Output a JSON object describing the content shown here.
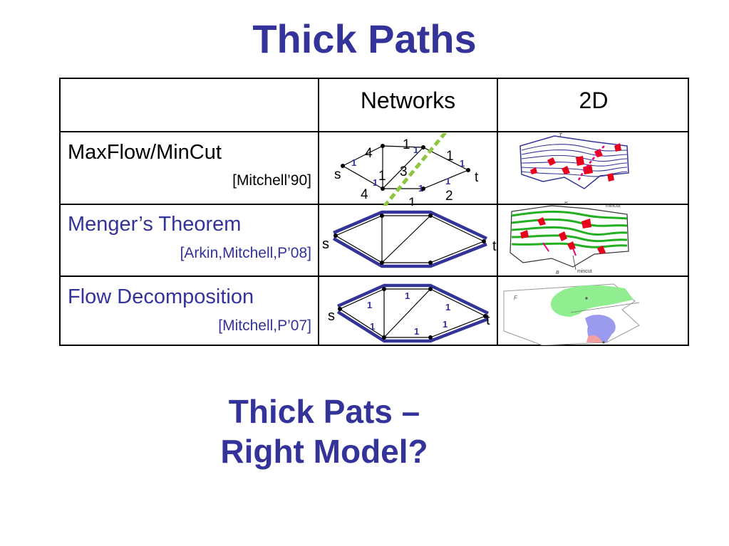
{
  "title": "Thick Paths",
  "table": {
    "headers": [
      "",
      "Networks",
      "2D"
    ],
    "rows": [
      {
        "label": "MaxFlow/MinCut",
        "citation": "[Mitchell’90]"
      },
      {
        "label": "Menger’s Theorem",
        "citation": "[Arkin,Mitchell,P’08]"
      },
      {
        "label": "Flow Decomposition",
        "citation": "[Mitchell,P’07]"
      }
    ]
  },
  "network1": {
    "source": "s",
    "sink": "t",
    "capacities": [
      "4",
      "1",
      "1",
      "1",
      "3",
      "4",
      "1",
      "2",
      "1"
    ],
    "flows": [
      "1",
      "1",
      "1",
      "1",
      "1",
      "1"
    ]
  },
  "network2": {
    "source": "s",
    "sink": "t"
  },
  "network3": {
    "source": "s",
    "sink": "t",
    "flows": [
      "1",
      "1",
      "1",
      "1",
      "1",
      "1"
    ]
  },
  "figure2d_1": {
    "labels": [
      "T"
    ]
  },
  "figure2d_2": {
    "labels": [
      "B",
      "B",
      "mincut",
      "mincut"
    ]
  },
  "figure2d_3": {
    "labels": [
      "F"
    ]
  },
  "bottom_text": {
    "line1": "Thick Pats –",
    "line2": "Right Model?"
  },
  "colors": {
    "heading": "#333399",
    "cut": "#8dc63f",
    "path": "#333399",
    "green_path": "#22b022",
    "red": "#e8001c"
  }
}
